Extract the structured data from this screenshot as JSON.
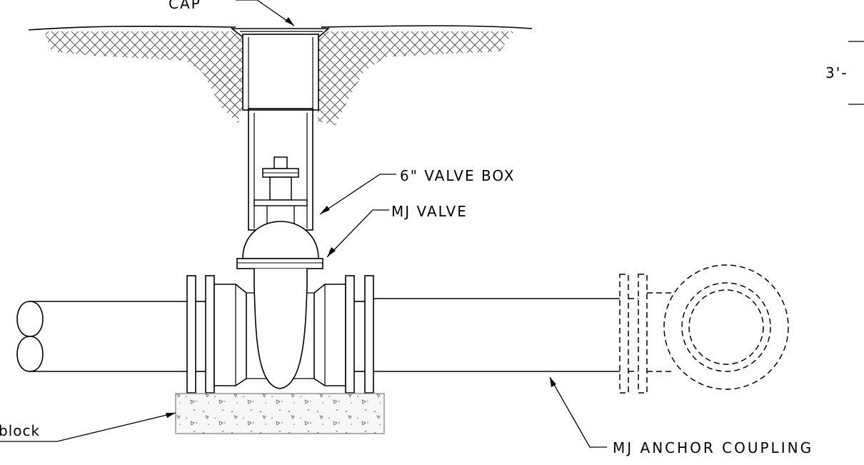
{
  "labels": {
    "cap_partial": "CAP",
    "valve_box": "6\" VALVE BOX",
    "mj_valve": "MJ VALVE",
    "block_partial": "block",
    "anchor_coupling": "MJ ANCHOR COUPLING",
    "dimension_partial": "3'-"
  },
  "colors": {
    "line": "#000000",
    "concrete_border": "#9a9a9a",
    "concrete_fill": "#f7f7f7",
    "hatch": "#555555"
  }
}
